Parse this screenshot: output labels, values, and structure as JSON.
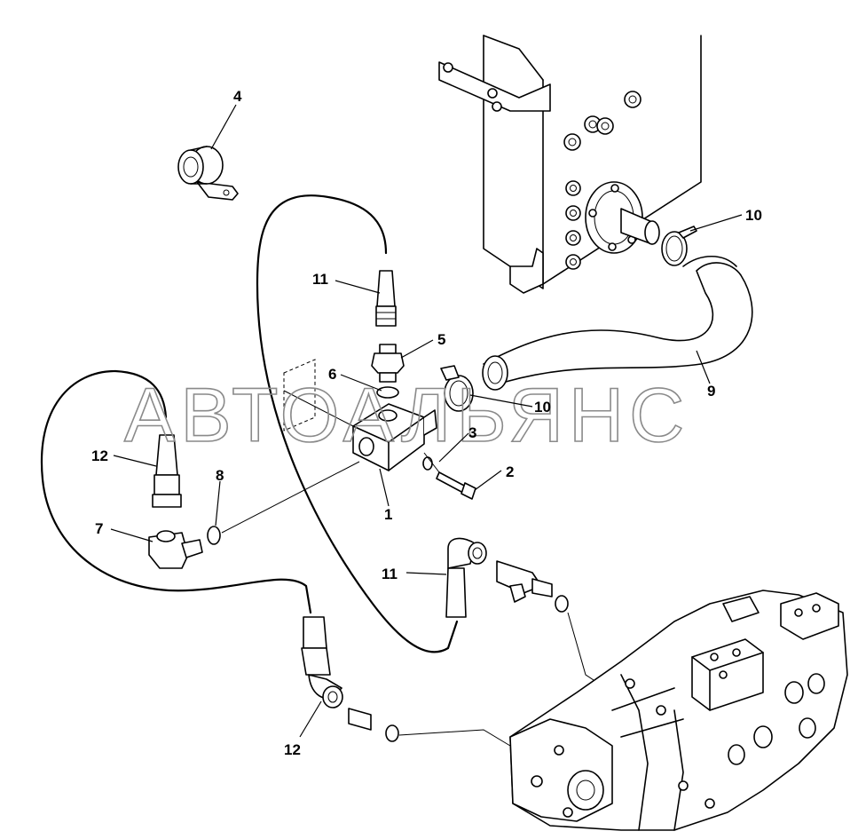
{
  "watermark": "АВТОАЛЬЯНС",
  "callouts": {
    "c1": "1",
    "c2": "2",
    "c3": "3",
    "c4": "4",
    "c5": "5",
    "c6": "6",
    "c7": "7",
    "c8": "8",
    "c9": "9",
    "c10a": "10",
    "c10b": "10",
    "c11a": "11",
    "c11b": "11",
    "c12a": "12",
    "c12b": "12"
  }
}
